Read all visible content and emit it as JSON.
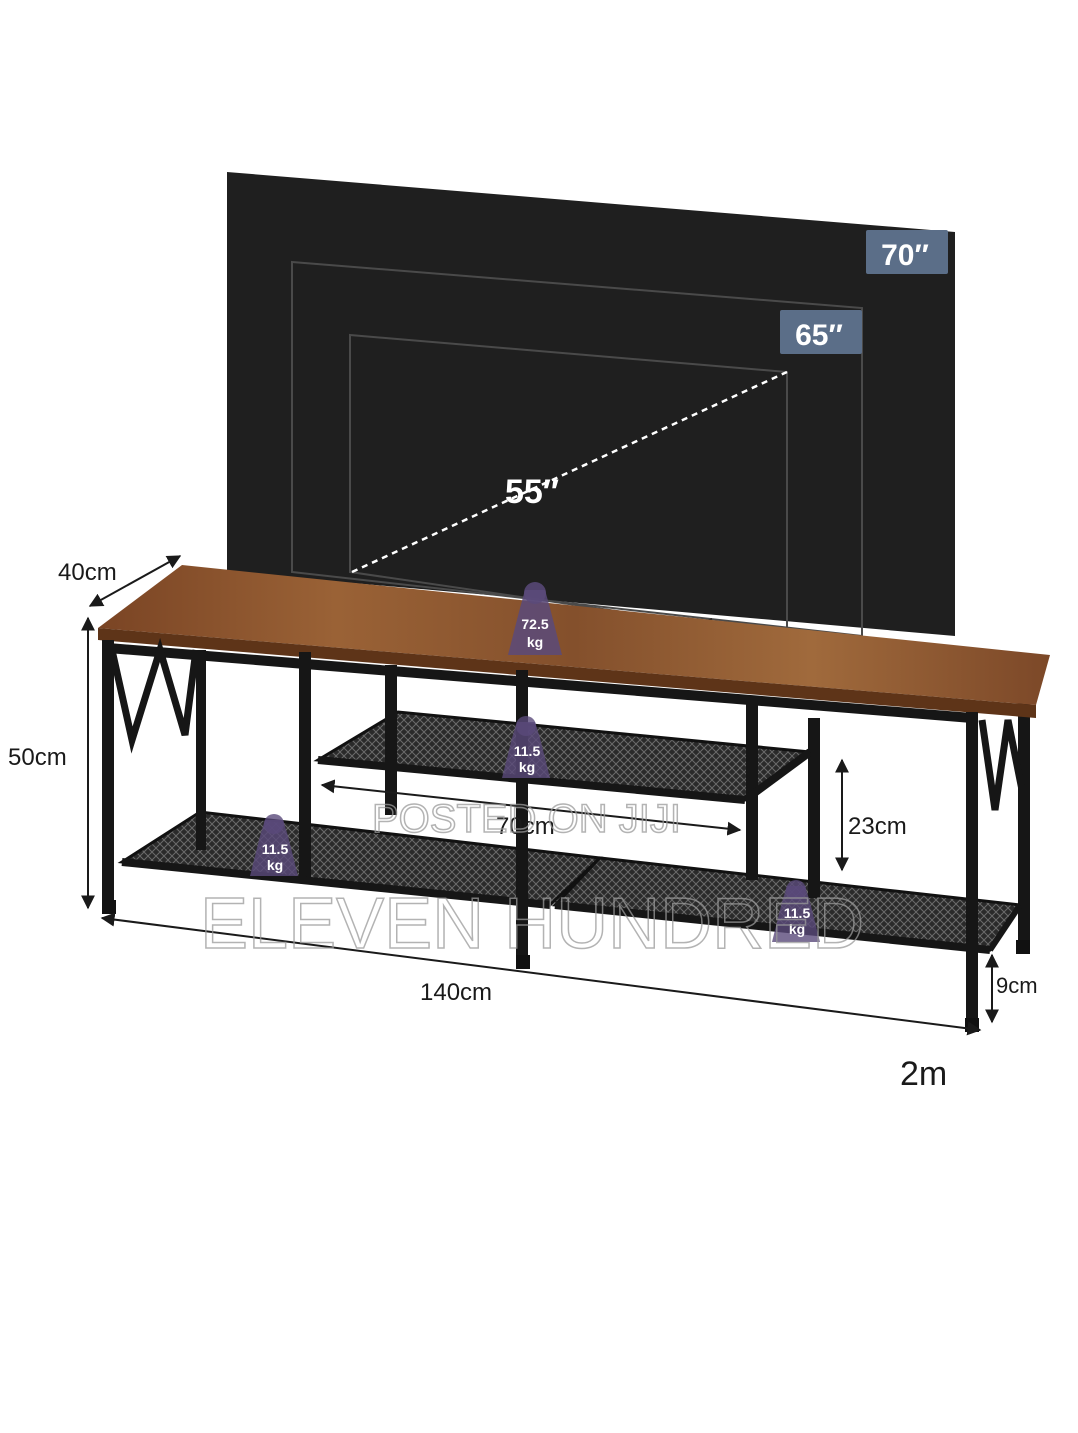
{
  "tv_sizes": {
    "outer": "70″",
    "middle": "65″",
    "inner": "55″"
  },
  "loads": {
    "top": {
      "value": "72.5",
      "unit": "kg"
    },
    "middle_shelf": {
      "value": "11.5",
      "unit": "kg"
    },
    "bottom_left": {
      "value": "11.5",
      "unit": "kg"
    },
    "bottom_right": {
      "value": "11.5",
      "unit": "kg"
    }
  },
  "dimensions": {
    "depth": "40cm",
    "height": "50cm",
    "inner_width": "70cm",
    "shelf_gap": "23cm",
    "length": "140cm",
    "leg_clearance": "9cm",
    "note": "2m"
  },
  "watermarks": {
    "posted": "POSTED ON JIJI",
    "seller": "ELEVEN HUNDRED"
  },
  "colors": {
    "tv": "#1f1f1f",
    "badge": "#5b6e88",
    "wood": "#8a5430",
    "frame": "#161616",
    "weight_icon": "#5a4a7a"
  }
}
